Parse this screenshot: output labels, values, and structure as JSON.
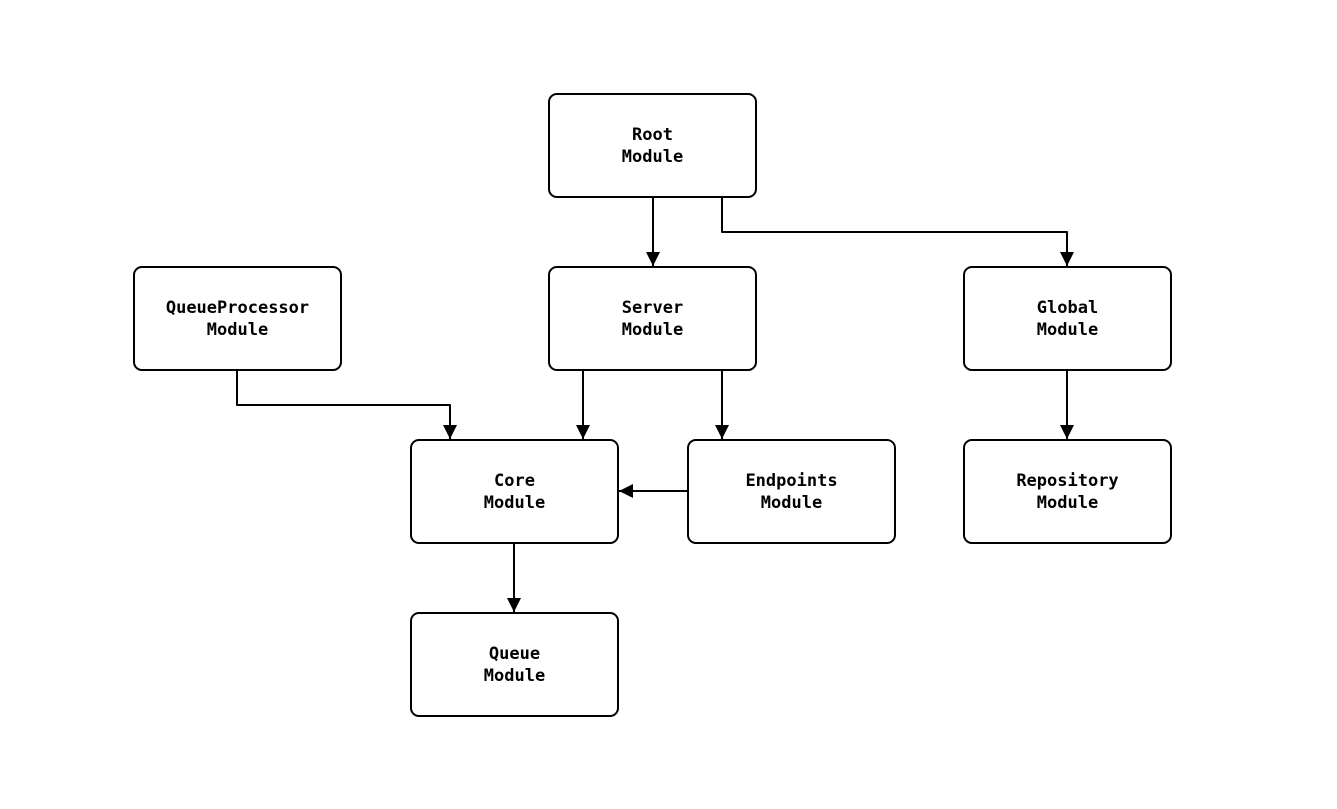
{
  "diagram_type": "module-dependency-graph",
  "colors": {
    "background": "#ffffff",
    "node_fill": "#ffffff",
    "node_border": "#000000",
    "node_text": "#000000",
    "arrow": "#000000"
  },
  "nodes": {
    "root": {
      "line1": "Root",
      "line2": "Module"
    },
    "server": {
      "line1": "Server",
      "line2": "Module"
    },
    "global": {
      "line1": "Global",
      "line2": "Module"
    },
    "queue_processor": {
      "line1": "QueueProcessor",
      "line2": "Module"
    },
    "core": {
      "line1": "Core",
      "line2": "Module"
    },
    "endpoints": {
      "line1": "Endpoints",
      "line2": "Module"
    },
    "repository": {
      "line1": "Repository",
      "line2": "Module"
    },
    "queue": {
      "line1": "Queue",
      "line2": "Module"
    }
  },
  "edges": [
    {
      "from": "root",
      "to": "server"
    },
    {
      "from": "root",
      "to": "global"
    },
    {
      "from": "queue_processor",
      "to": "core"
    },
    {
      "from": "server",
      "to": "core"
    },
    {
      "from": "server",
      "to": "endpoints"
    },
    {
      "from": "endpoints",
      "to": "core"
    },
    {
      "from": "global",
      "to": "repository"
    },
    {
      "from": "core",
      "to": "queue"
    }
  ]
}
